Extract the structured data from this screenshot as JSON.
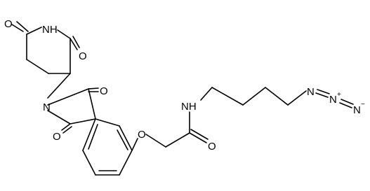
{
  "molecule": {
    "atoms": {
      "o_glut_left": {
        "symbol": "O"
      },
      "nh_glut": {
        "symbol": "NH"
      },
      "o_glut_right": {
        "symbol": "O"
      },
      "o_phth_top": {
        "symbol": "O"
      },
      "n_phth": {
        "symbol": "N"
      },
      "o_phth_bottom": {
        "symbol": "O"
      },
      "o_ether": {
        "symbol": "O"
      },
      "nh_amide": {
        "symbol": "NH"
      },
      "o_amide": {
        "symbol": "O"
      },
      "n_azide_1": {
        "symbol": "N"
      },
      "n_azide_2": {
        "symbol": "N",
        "charge": "+"
      },
      "n_azide_3": {
        "symbol": "N",
        "charge": "−"
      }
    }
  },
  "colors": {
    "bond": "#000000",
    "label": "#000000",
    "background": "#ffffff"
  }
}
